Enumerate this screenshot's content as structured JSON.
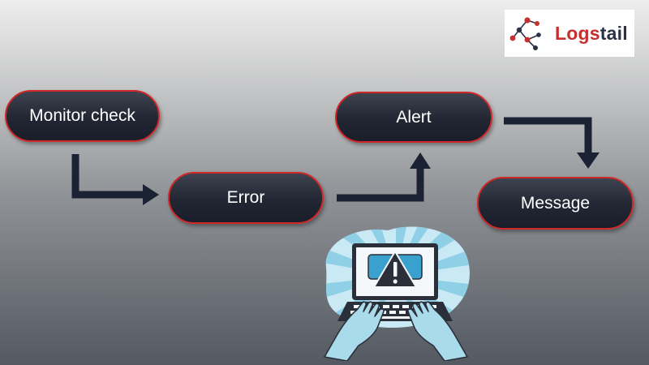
{
  "brand": {
    "name_part1": "Logs",
    "name_part2": "tail",
    "color_primary": "#c62f2f",
    "color_secondary": "#2c3244"
  },
  "nodes": {
    "monitor_check": "Monitor check",
    "error": "Error",
    "alert": "Alert",
    "message": "Message"
  },
  "edges": [
    {
      "from": "monitor_check",
      "to": "error"
    },
    {
      "from": "error",
      "to": "alert"
    },
    {
      "from": "alert",
      "to": "message"
    }
  ],
  "colors": {
    "node_fill": "#222633",
    "node_border": "#d02828",
    "node_text": "#ffffff",
    "arrow": "#1b2233",
    "illustration_light": "#a9dbea",
    "illustration_mid": "#3aa0cd"
  },
  "icons": [
    "logstail-logo-icon",
    "laptop-warning-icon",
    "warning-triangle-icon",
    "typing-hands-icon"
  ]
}
